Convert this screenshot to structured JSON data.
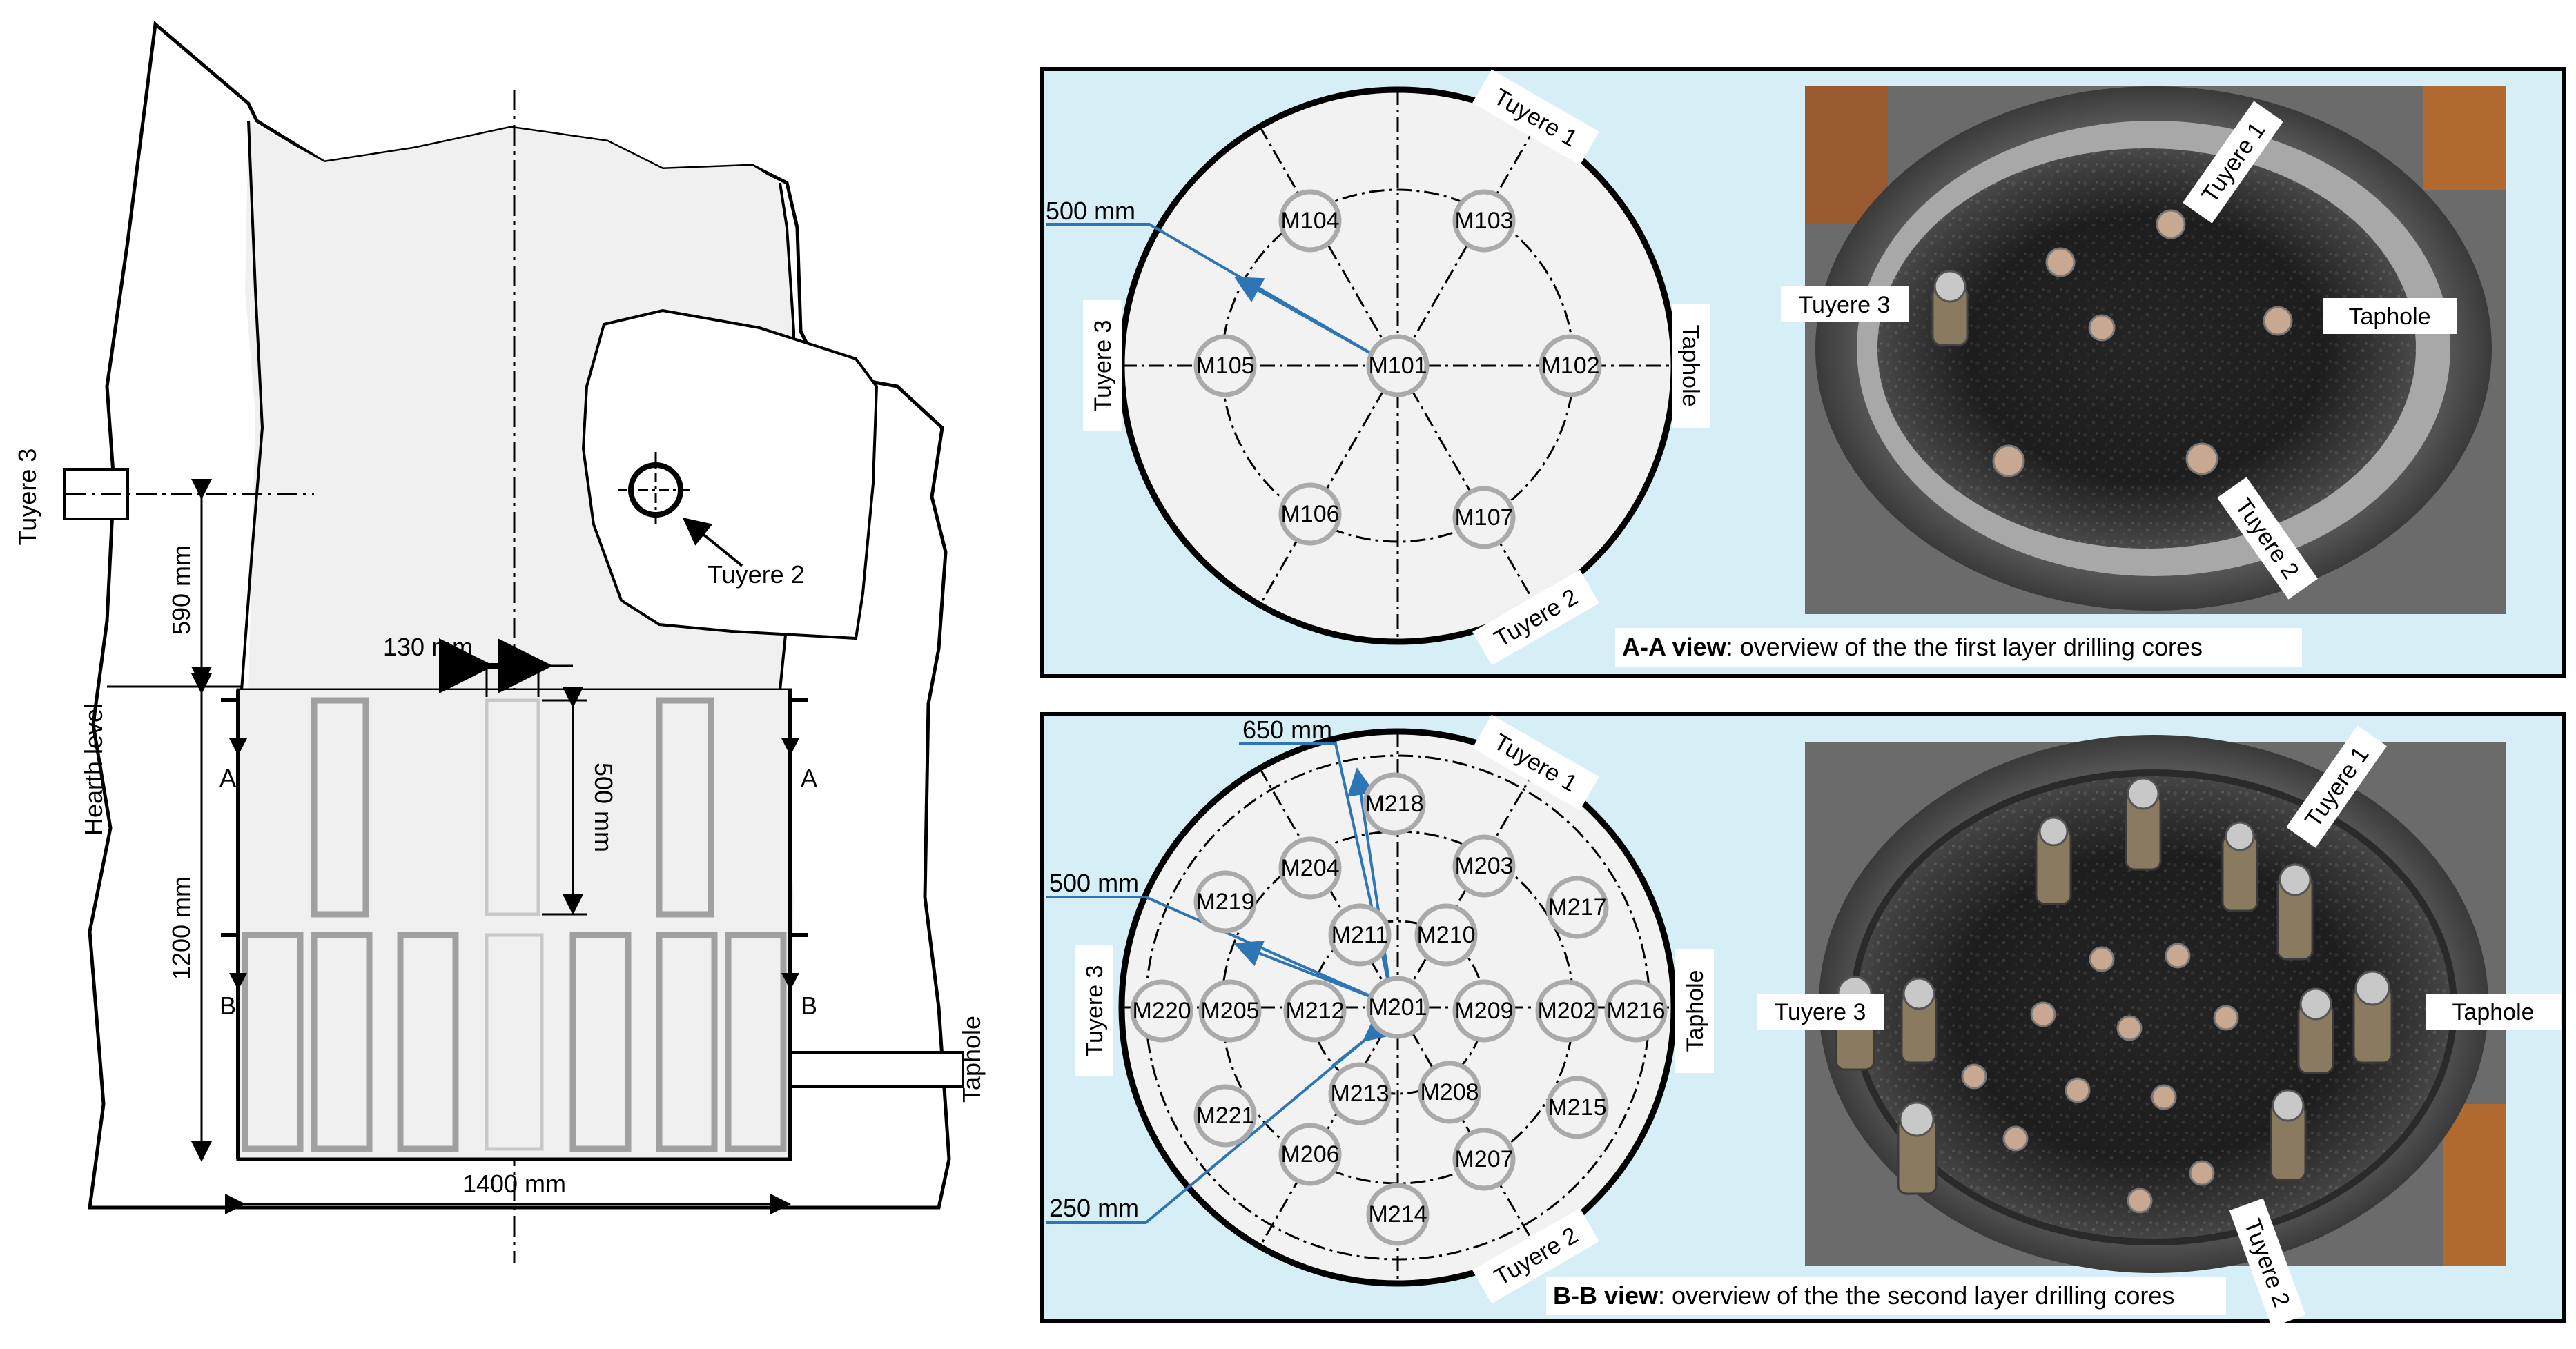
{
  "left_diagram": {
    "tuyere1_side_label": "Tuyere 3",
    "tuyere2_label": "Tuyere 2",
    "taphole_label": "Taphole",
    "hearth_level_label": "Hearth level",
    "dim_590": "590 mm",
    "dim_130": "130 mm",
    "dim_500": "500 mm",
    "dim_1200": "1200 mm",
    "dim_1400": "1400 mm",
    "section_a_left": "A",
    "section_a_right": "A",
    "section_b_left": "B",
    "section_b_right": "B"
  },
  "view_aa": {
    "caption_bold": "A-A view",
    "caption_rest": ": overview of the the first layer drilling cores",
    "radius_label": "500 mm",
    "tuyere1": "Tuyere 1",
    "tuyere2": "Tuyere 2",
    "tuyere3": "Tuyere 3",
    "taphole": "Taphole",
    "cores": [
      "M101",
      "M102",
      "M103",
      "M104",
      "M105",
      "M106",
      "M107"
    ],
    "photo": {
      "tuyere1": "Tuyere 1",
      "tuyere2": "Tuyere 2",
      "tuyere3": "Tuyere 3",
      "taphole": "Taphole"
    }
  },
  "view_bb": {
    "caption_bold": "B-B view",
    "caption_rest": ": overview of the the second layer drilling cores",
    "radius_650": "650 mm",
    "radius_500": "500 mm",
    "radius_250": "250 mm",
    "tuyere1": "Tuyere 1",
    "tuyere2": "Tuyere 2",
    "tuyere3": "Tuyere 3",
    "taphole": "Taphole",
    "cores": [
      "M201",
      "M202",
      "M203",
      "M204",
      "M205",
      "M206",
      "M207",
      "M208",
      "M209",
      "M210",
      "M211",
      "M212",
      "M213",
      "M214",
      "M215",
      "M216",
      "M217",
      "M218",
      "M219",
      "M220",
      "M221"
    ],
    "photo": {
      "tuyere1": "Tuyere 1",
      "tuyere2": "Tuyere 2",
      "tuyere3": "Tuyere 3",
      "taphole": "Taphole"
    }
  },
  "colors": {
    "panel_bg": "#d6eef6",
    "furnace_fill": "#f0f0f0",
    "core_ring": "#aaaaaa",
    "leader_blue": "#2e75b6"
  }
}
